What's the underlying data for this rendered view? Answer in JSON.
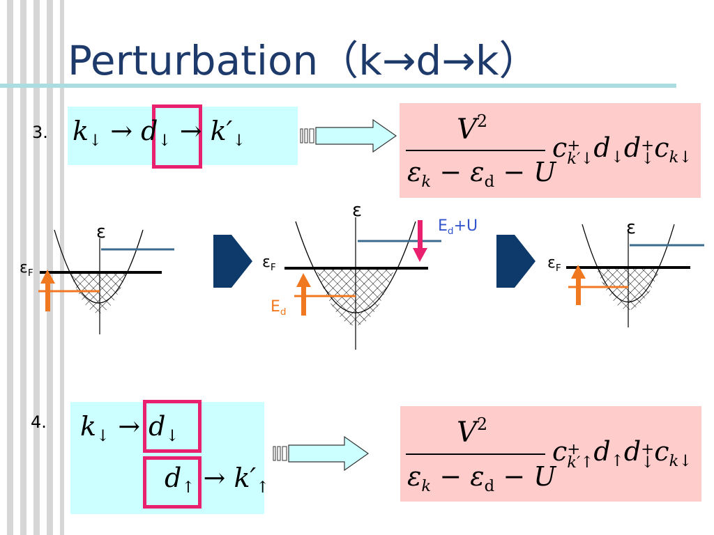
{
  "slide": {
    "title": "Perturbation（k→d→k）"
  },
  "step3": {
    "number": "3.",
    "process": {
      "k": "k",
      "k_spin": "↓",
      "arrow1": "→",
      "d": "d",
      "d_spin": "↓",
      "arrow2": "→",
      "kp": "k′",
      "kp_spin": "↓"
    },
    "formula": {
      "numerator_V": "V",
      "numerator_exp": "2",
      "eps1": "ε",
      "eps1_sub": "k",
      "minus1": "−",
      "eps2": "ε",
      "eps2_sub": "d",
      "minus2": "−",
      "U": "U",
      "c1": "c",
      "c1_sup": "+",
      "c1_sub": "k′↓",
      "d1": "d",
      "d1_sub": "↓",
      "d2": "d",
      "d2_sup": "+",
      "d2_sub": "↓",
      "c2": "c",
      "c2_sub": "k↓"
    }
  },
  "diagrams": {
    "energy_axis": "ε",
    "fermi_base": "ε",
    "fermi_sub": "F",
    "ed_base": "E",
    "ed_sub": "d",
    "edu_base": "E",
    "edu_sub": "d",
    "edu_suffix": "+U",
    "colors": {
      "fermi": "#000000",
      "filled_level": "#f07820",
      "empty_level": "#3a6a8c",
      "arrow_up": "#f07820",
      "arrow_down": "#e8206e",
      "big_arrow": "#0d3a6a"
    }
  },
  "step4": {
    "number": "4.",
    "process_top": {
      "k": "k",
      "k_spin": "↓",
      "arrow": "→",
      "d": "d",
      "d_spin": "↓"
    },
    "process_bottom": {
      "d": "d",
      "d_spin": "↑",
      "arrow": "→",
      "kp": "k′",
      "kp_spin": "↑"
    },
    "formula": {
      "numerator_V": "V",
      "numerator_exp": "2",
      "eps1": "ε",
      "eps1_sub": "k",
      "minus1": "−",
      "eps2": "ε",
      "eps2_sub": "d",
      "minus2": "−",
      "U": "U",
      "c1": "c",
      "c1_sup": "+",
      "c1_sub": "k′↑",
      "d1": "d",
      "d1_sub": "↑",
      "d2": "d",
      "d2_sup": "+",
      "d2_sub": "↓",
      "c2": "c",
      "c2_sub": "k↓"
    }
  }
}
